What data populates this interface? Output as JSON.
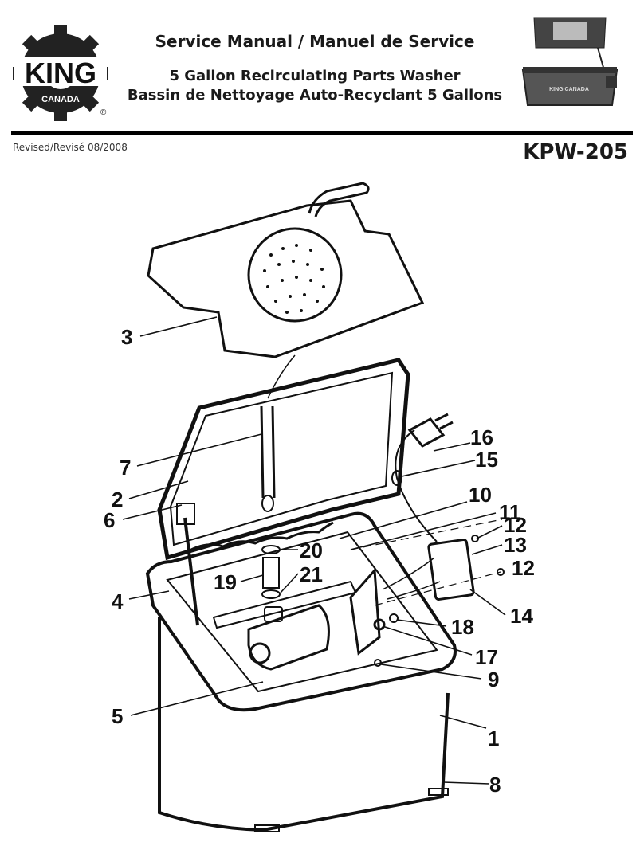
{
  "header": {
    "brand": {
      "name": "KING",
      "sub": "CANADA",
      "mark": "®"
    },
    "title_line1": "Service Manual / Manuel de Service",
    "title_line2": "5 Gallon Recirculating Parts Washer",
    "title_line3": "Bassin de Nettoyage Auto-Recyclant 5 Gallons",
    "thumb_brand": "KING CANADA",
    "revised": "Revised/Revisé 08/2008",
    "model": "KPW-205"
  },
  "diagram": {
    "callouts": [
      "1",
      "2",
      "3",
      "4",
      "5",
      "6",
      "7",
      "8",
      "9",
      "10",
      "11",
      "12",
      "12",
      "13",
      "14",
      "15",
      "16",
      "17",
      "18",
      "19",
      "20",
      "21"
    ]
  }
}
